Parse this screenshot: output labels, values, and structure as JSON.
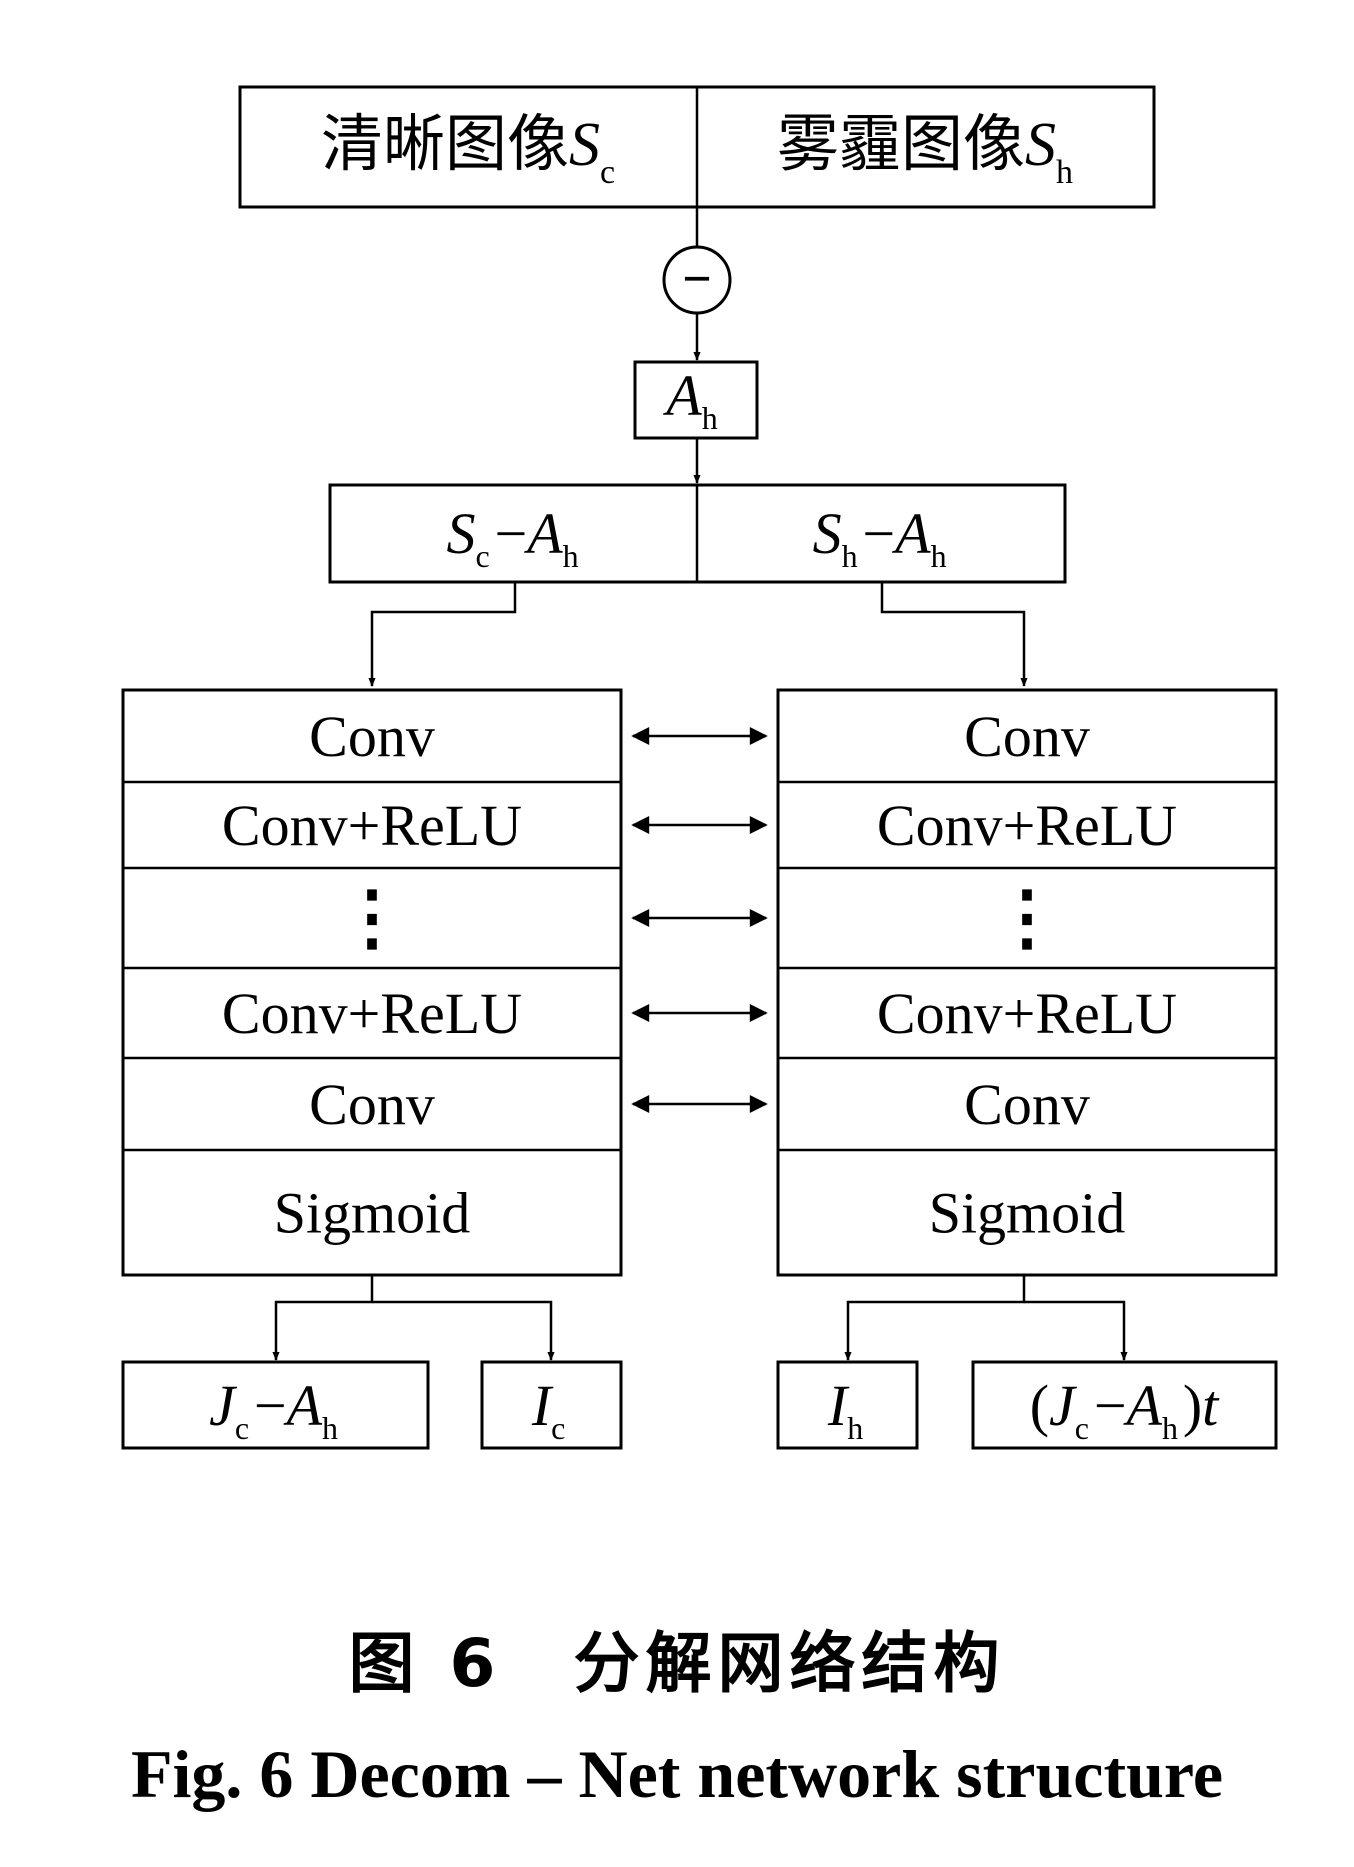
{
  "input": {
    "clear_image": {
      "main": "清晰图像",
      "var": "S",
      "sub": "c"
    },
    "hazy_image": {
      "main": "雾霾图像",
      "var": "S",
      "sub": "h"
    },
    "subtract_symbol": "−"
  },
  "ah": {
    "var": "A",
    "sub": "h"
  },
  "diff": {
    "left": [
      {
        "v": "S",
        "s": "c"
      },
      {
        "t": "−"
      },
      {
        "v": "A",
        "s": "h"
      }
    ],
    "right": [
      {
        "v": "S",
        "s": "h"
      },
      {
        "t": "−"
      },
      {
        "v": "A",
        "s": "h"
      }
    ]
  },
  "layers_left": [
    "Conv",
    "Conv+ReLU",
    "⋮",
    "Conv+ReLU",
    "Conv",
    "Sigmoid"
  ],
  "layers_right": [
    "Conv",
    "Conv+ReLU",
    "⋮",
    "Conv+ReLU",
    "Conv",
    "Sigmoid"
  ],
  "outputs": {
    "jc_minus_ah": [
      {
        "v": "J",
        "s": "c"
      },
      {
        "t": "−"
      },
      {
        "v": "A",
        "s": "h"
      }
    ],
    "ic": [
      {
        "v": "I",
        "s": "c"
      }
    ],
    "ih": [
      {
        "v": "I",
        "s": "h"
      }
    ],
    "jc_minus_ah_t": [
      {
        "t": "("
      },
      {
        "v": "J",
        "s": "c"
      },
      {
        "t": "−"
      },
      {
        "v": "A",
        "s": "h"
      },
      {
        "t": ")"
      },
      {
        "v": "t"
      }
    ]
  },
  "caption": {
    "cn": "图 6　分解网络结构",
    "en": "Fig.  6    Decom – Net network structure"
  }
}
